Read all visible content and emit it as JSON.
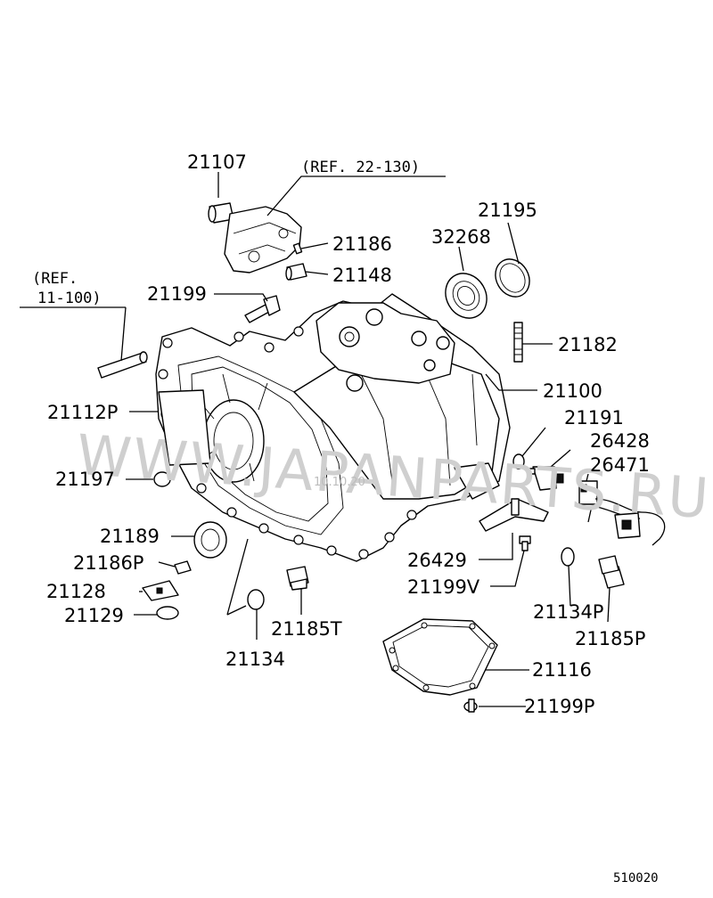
{
  "watermark": "WWW.JAPANPARTS.RU",
  "stamp": "10.10.20",
  "diagram_code": "510020",
  "refs": {
    "ref_22_130": "(REF. 22-130)",
    "ref_11_100_line1": "(REF.",
    "ref_11_100_line2": "11-100)"
  },
  "parts": {
    "p21107": "21107",
    "p21186": "21186",
    "p21148": "21148",
    "p21195": "21195",
    "p32268": "32268",
    "p21199": "21199",
    "p21182": "21182",
    "p21100": "21100",
    "p21112P": "21112P",
    "p21191": "21191",
    "p26428": "26428",
    "p26471": "26471",
    "p21197": "21197",
    "p21189": "21189",
    "p21186P": "21186P",
    "p26429": "26429",
    "p21199V": "21199V",
    "p21128": "21128",
    "p21129": "21129",
    "p21134P": "21134P",
    "p21185T": "21185T",
    "p21185P": "21185P",
    "p21134": "21134",
    "p21116": "21116",
    "p21199P": "21199P"
  }
}
